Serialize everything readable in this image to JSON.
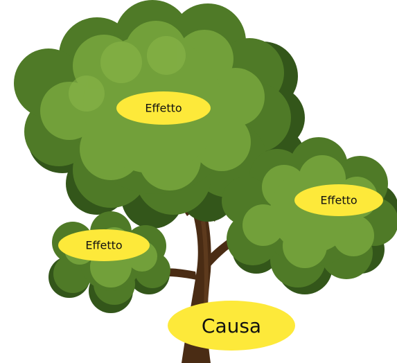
{
  "diagram": {
    "type": "cause-effect tree",
    "root": {
      "label": "Causa"
    },
    "effects": [
      {
        "label": "Effetto"
      },
      {
        "label": "Effetto"
      },
      {
        "label": "Effetto"
      }
    ]
  },
  "colors": {
    "background": "#ffffff",
    "foliage_dark": "#33561a",
    "foliage_mid": "#4f7a27",
    "foliage_light": "#72a03a",
    "foliage_highlight": "#8cb84a",
    "trunk": "#4a2c14",
    "trunk_light": "#6b4423",
    "label_fill": "#fde93a"
  }
}
